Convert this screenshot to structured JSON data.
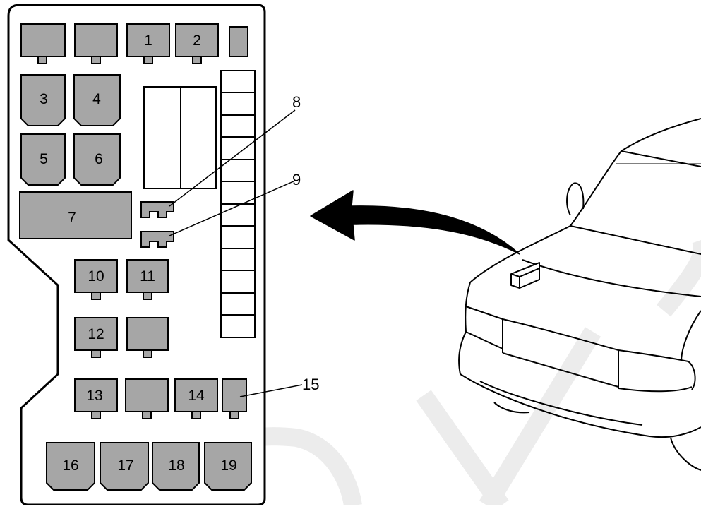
{
  "colors": {
    "relay_fill": "#a6a6a6",
    "outline": "#000000",
    "background": "#ffffff",
    "watermark": "#ececec"
  },
  "relay_labels": {
    "r1": "1",
    "r2": "2",
    "r3": "3",
    "r4": "4",
    "r5": "5",
    "r6": "6",
    "r7": "7",
    "r10": "10",
    "r11": "11",
    "r12": "12",
    "r13": "13",
    "r14": "14",
    "r16": "16",
    "r17": "17",
    "r18": "18",
    "r19": "19"
  },
  "callouts": {
    "c8": "8",
    "c9": "9",
    "c15": "15"
  }
}
